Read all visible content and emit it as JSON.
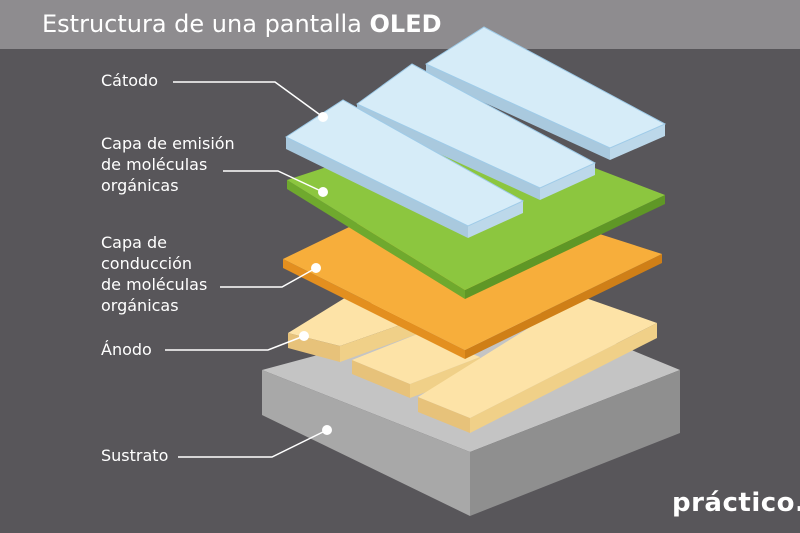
{
  "title": {
    "prefix": "Estructura de una pantalla ",
    "emphasis": "OLED"
  },
  "labels": {
    "cathode": [
      "Cátodo"
    ],
    "emission": [
      "Capa de emisión",
      "de moléculas",
      "orgánicas"
    ],
    "conduction": [
      "Capa de",
      "conducción",
      "de moléculas",
      "orgánicas"
    ],
    "anode": [
      "Ánodo"
    ],
    "substrate": [
      "Sustrato"
    ]
  },
  "brand": "práctico.",
  "colors": {
    "background": "#58565a",
    "title_bar": "#8e8c8f",
    "cathode": "#d6ecf8",
    "emission": "#8cc63f",
    "conduction": "#f7ae3b",
    "anode": "#fde3a7",
    "substrate": "#c4c4c4"
  }
}
